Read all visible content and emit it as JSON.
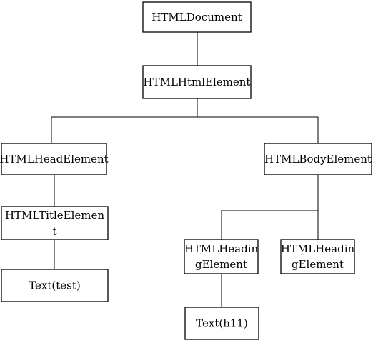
{
  "diagram": {
    "type": "tree",
    "nodes": [
      {
        "id": "html-document",
        "lines": [
          "HTMLDocument"
        ]
      },
      {
        "id": "html-html-element",
        "lines": [
          "HTMLHtmlElement"
        ]
      },
      {
        "id": "html-head-element",
        "lines": [
          "HTMLHeadElement"
        ]
      },
      {
        "id": "html-body-element",
        "lines": [
          "HTMLBodyElement"
        ]
      },
      {
        "id": "html-title-element",
        "lines": [
          "HTMLTitleElemen",
          "t"
        ]
      },
      {
        "id": "text-test",
        "lines": [
          "Text(test)"
        ]
      },
      {
        "id": "html-heading-element-1",
        "lines": [
          "HTMLHeadin",
          "gElement"
        ]
      },
      {
        "id": "html-heading-element-2",
        "lines": [
          "HTMLHeadin",
          "gElement"
        ]
      },
      {
        "id": "text-h11",
        "lines": [
          "Text(h11)"
        ]
      }
    ],
    "edges": [
      {
        "from": "html-document",
        "to": "html-html-element"
      },
      {
        "from": "html-html-element",
        "to": "html-head-element"
      },
      {
        "from": "html-html-element",
        "to": "html-body-element"
      },
      {
        "from": "html-head-element",
        "to": "html-title-element"
      },
      {
        "from": "html-title-element",
        "to": "text-test"
      },
      {
        "from": "html-body-element",
        "to": "html-heading-element-1"
      },
      {
        "from": "html-body-element",
        "to": "html-heading-element-2"
      },
      {
        "from": "html-heading-element-1",
        "to": "text-h11"
      }
    ]
  }
}
